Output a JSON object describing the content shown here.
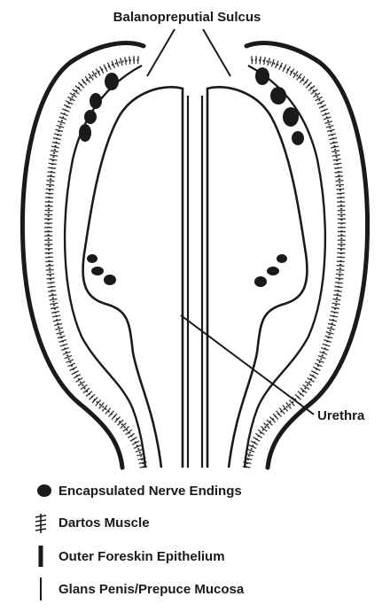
{
  "labels": {
    "top": "Balanopreputial Sulcus",
    "right": "Urethra"
  },
  "legend": [
    {
      "icon": "nerve-ending-icon",
      "text": "Encapsulated Nerve Endings"
    },
    {
      "icon": "dartos-muscle-icon",
      "text": "Dartos Muscle"
    },
    {
      "icon": "outer-epithelium-icon",
      "text": "Outer Foreskin Epithelium"
    },
    {
      "icon": "mucosa-icon",
      "text": "Glans Penis/Prepuce Mucosa"
    }
  ],
  "colors": {
    "ink": "#1a1a1a",
    "background": "#ffffff"
  }
}
